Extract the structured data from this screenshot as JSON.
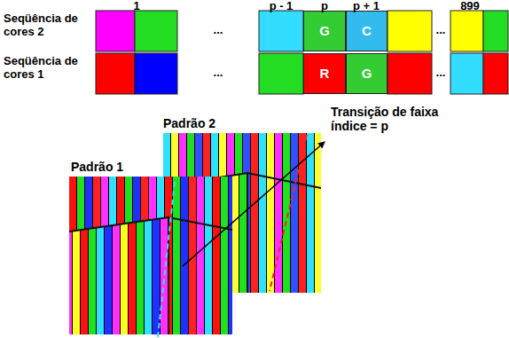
{
  "diagram": {
    "nodes": [
      {
        "text": [
          "G"
        ]
      },
      {
        "text": [
          "C"
        ]
      },
      {
        "text": [
          "R"
        ]
      },
      {
        "text": [
          "G"
        ]
      }
    ],
    "labels": [
      "1",
      "p - 1",
      "p",
      "p + 1",
      "899",
      "Seqüência de cores 2",
      "...",
      "...",
      "Seqüência de cores 1",
      "...",
      "...",
      "Padrão 1",
      "Padrão 2",
      "Transição de faixa índice = p"
    ]
  }
}
